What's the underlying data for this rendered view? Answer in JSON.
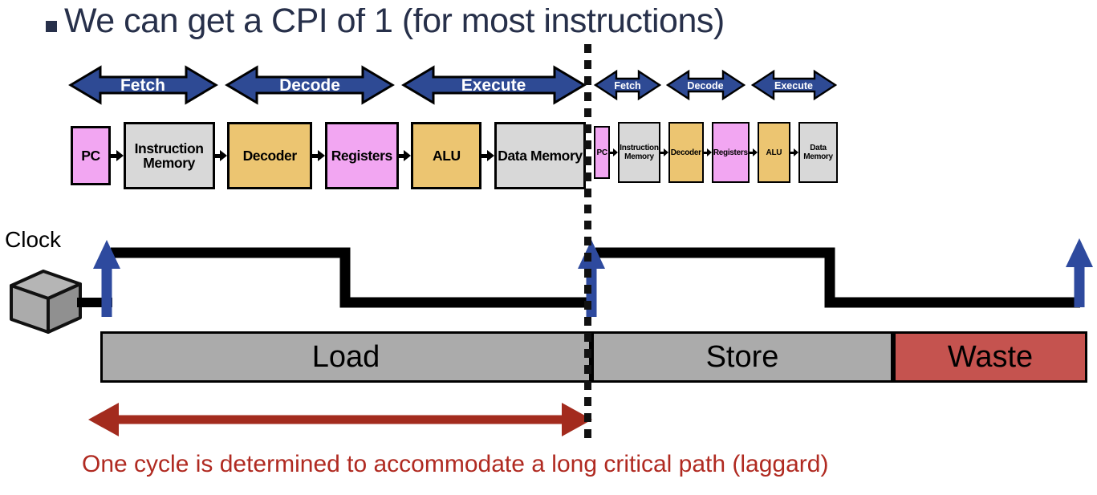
{
  "slide": {
    "title": "We can get a CPI of 1 (for most instructions)"
  },
  "pipeline": {
    "stages": [
      "Fetch",
      "Decode",
      "Execute"
    ],
    "blocks": [
      "PC",
      "Instruction Memory",
      "Decoder",
      "Registers",
      "ALU",
      "Data Memory"
    ]
  },
  "clock": {
    "label": "Clock"
  },
  "timeline": {
    "segments": [
      "Load",
      "Store",
      "Waste"
    ]
  },
  "caption": "One cycle is determined to accommodate a long critical path (laggard)",
  "colors": {
    "title_navy": "#27304a",
    "stage_arrow_blue": "#2e4a94",
    "clock_arrow_blue": "#2e4a9e",
    "block_pink": "#f2a6f2",
    "block_gray": "#d8d8d8",
    "block_tan": "#ecc571",
    "bar_gray": "#ababab",
    "waste_red": "#c5534f",
    "cycle_arrow_red": "#a32b1e",
    "caption_red": "#b02a21"
  }
}
